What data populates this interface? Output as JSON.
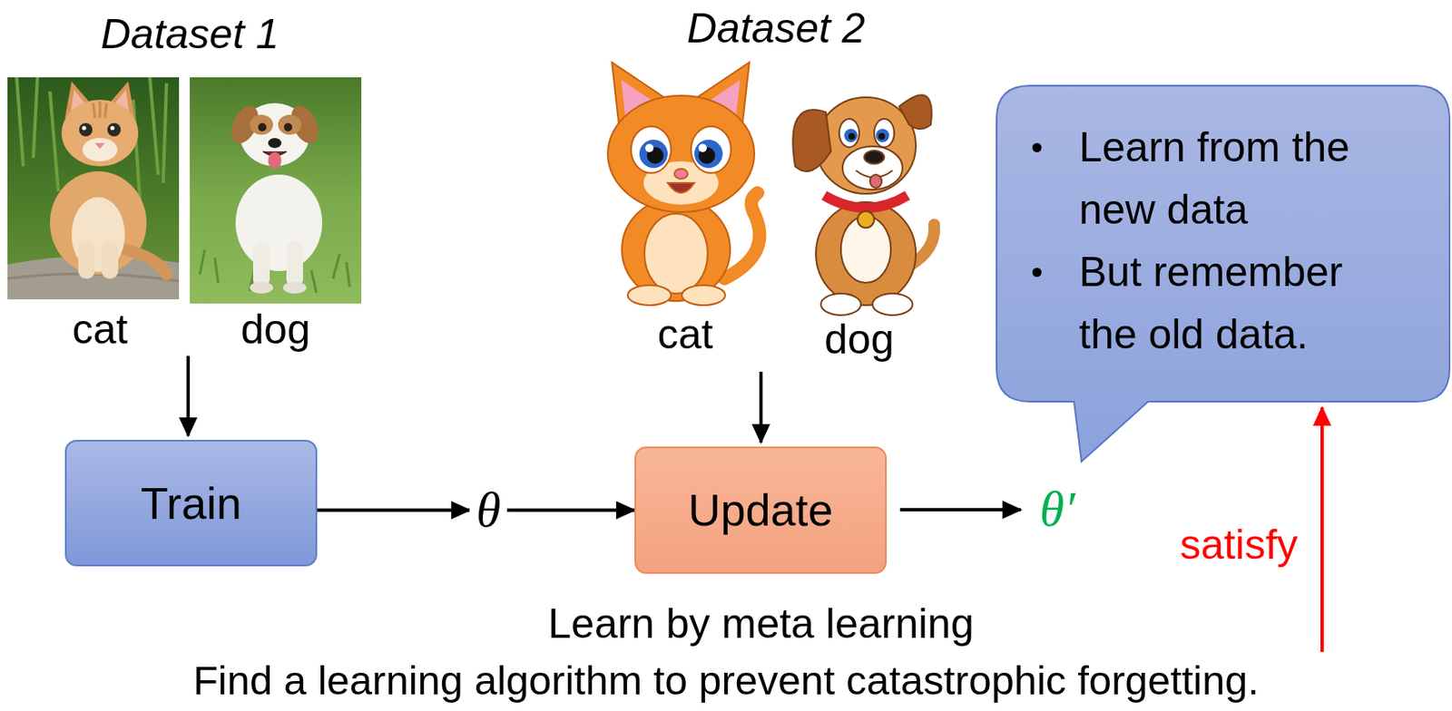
{
  "diagram": {
    "nodes": [
      {
        "text": [
          "Train"
        ]
      },
      {
        "text": [
          "Update"
        ]
      },
      {
        "text": [
          "Learn from the new data",
          "But remember the old data."
        ]
      }
    ],
    "edges": [
      {
        "from": 0,
        "to": 1,
        "arrow": "to",
        "label": "θ"
      }
    ],
    "labels": [
      "Dataset 1",
      "cat",
      "dog",
      "Dataset 2",
      "cat",
      "dog",
      "θ′",
      "satisfy",
      "Learn by meta learning",
      "Find a learning algorithm to prevent catastrophic forgetting."
    ]
  }
}
